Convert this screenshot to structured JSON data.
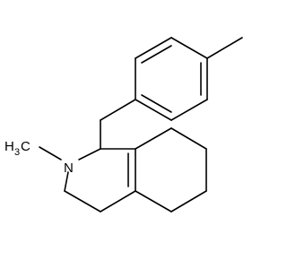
{
  "molecule": {
    "atoms": {
      "methyl_c": "H",
      "methyl_c_sub": "3",
      "methyl_c_tail": "C",
      "nitrogen": "N"
    },
    "colors": {
      "bond": "#000000",
      "background": "#ffffff"
    }
  }
}
